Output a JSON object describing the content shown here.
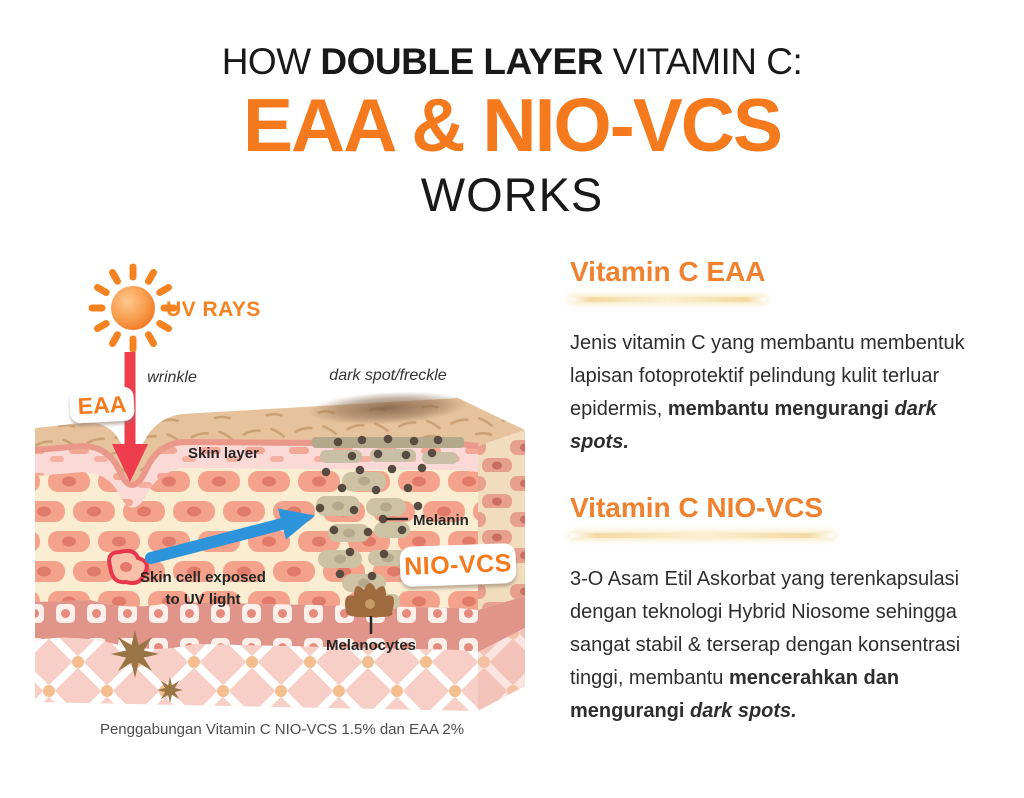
{
  "colors": {
    "accent_orange": "#F5791D",
    "heading_orange": "#F0812F",
    "arrow_red": "#EE3E4E",
    "arrow_blue": "#2D93DB",
    "underline_gold": "#F3D9A2",
    "text_dark": "#191919"
  },
  "title": {
    "line1_prefix": "HOW ",
    "line1_bold": "DOUBLE LAYER",
    "line1_suffix": " VITAMIN C:",
    "line2": "EAA & NIO-VCS",
    "line3": "WORKS"
  },
  "diagram": {
    "uv_rays_label": "UV RAYS",
    "wrinkle_label": "wrinkle",
    "dark_spot_label": "dark spot/freckle",
    "eaa_badge": "EAA",
    "skin_layer_label": "Skin layer",
    "skin_cell_label_line1": "Skin cell exposed",
    "skin_cell_label_line2": "to UV light",
    "melanin_label": "Melanin",
    "nio_vcs_badge": "NIO-VCS",
    "melanocytes_label": "Melanocytes",
    "caption": "Penggabungan Vitamin C NIO-VCS 1.5% dan EAA 2%"
  },
  "sections": [
    {
      "heading": "Vitamin C EAA",
      "body_regular": "Jenis vitamin C yang membantu membentuk lapisan fotoprotektif pelindung kulit terluar epidermis, ",
      "body_bold": "membantu mengurangi ",
      "body_bold_italic": "dark spots."
    },
    {
      "heading": "Vitamin C NIO-VCS",
      "body_regular": "3-O Asam Etil Askorbat yang terenkapsulasi dengan teknologi Hybrid Niosome sehingga sangat stabil & terserap dengan konsentrasi tinggi, membantu ",
      "body_bold": "mencerahkan dan mengurangi ",
      "body_bold_italic": "dark spots."
    }
  ]
}
